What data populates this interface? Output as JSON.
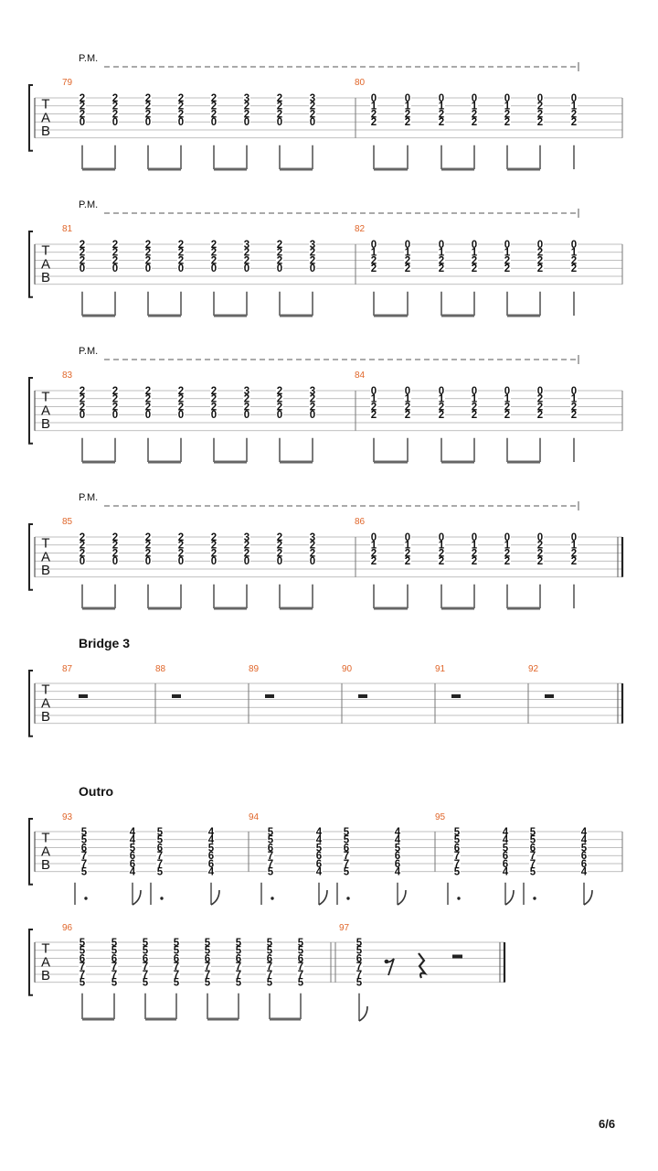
{
  "page_number": "6/6",
  "palm_mute_label": "P.M.",
  "tab_letters": [
    "T",
    "A",
    "B"
  ],
  "sections": {
    "bridge3": "Bridge 3",
    "outro": "Outro"
  },
  "pm_rows": [
    {
      "measures": [
        "79",
        "80"
      ],
      "final_barline": false
    },
    {
      "measures": [
        "81",
        "82"
      ],
      "final_barline": false
    },
    {
      "measures": [
        "83",
        "84"
      ],
      "final_barline": false
    },
    {
      "measures": [
        "85",
        "86"
      ],
      "final_barline": true
    }
  ],
  "pm_measure_a_chords": [
    [
      "2",
      "2",
      "2",
      "0"
    ],
    [
      "2",
      "2",
      "2",
      "0"
    ],
    [
      "2",
      "2",
      "2",
      "0"
    ],
    [
      "2",
      "2",
      "2",
      "0"
    ],
    [
      "2",
      "2",
      "2",
      "0"
    ],
    [
      "3",
      "2",
      "2",
      "0"
    ],
    [
      "2",
      "2",
      "2",
      "0"
    ],
    [
      "3",
      "2",
      "2",
      "0"
    ]
  ],
  "pm_measure_b_chords": [
    [
      "0",
      "1",
      "2",
      "2"
    ],
    [
      "0",
      "1",
      "2",
      "2"
    ],
    [
      "0",
      "1",
      "2",
      "2"
    ],
    [
      "0",
      "1",
      "2",
      "2"
    ],
    [
      "0",
      "1",
      "2",
      "2"
    ],
    [
      "0",
      "2",
      "2",
      "2"
    ],
    [
      "0",
      "1",
      "2",
      "2"
    ]
  ],
  "rest_row": {
    "measures": [
      "87",
      "88",
      "89",
      "90",
      "91",
      "92"
    ]
  },
  "outro_row1": {
    "measures": [
      "93",
      "94",
      "95"
    ]
  },
  "outro_chord_a": [
    "5",
    "5",
    "6",
    "7",
    "7",
    "5"
  ],
  "outro_chord_b": [
    "4",
    "4",
    "5",
    "6",
    "6",
    "4"
  ],
  "outro_row2": {
    "measures": [
      "96",
      "97"
    ]
  },
  "outro_chord_c": [
    "5",
    "5",
    "6",
    "7",
    "7",
    "5"
  ]
}
